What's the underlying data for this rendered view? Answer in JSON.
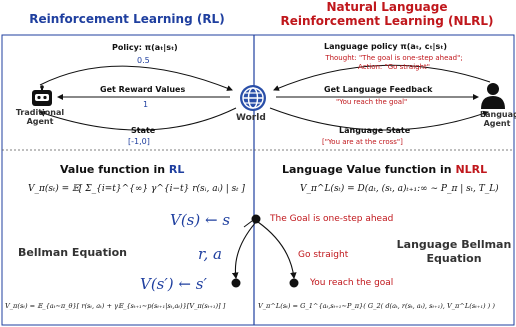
{
  "headers": {
    "rl": "Reinforcement Learning (RL)",
    "nlrl_line1": "Natural Language",
    "nlrl_line2": "Reinforcement Learning (NLRL)"
  },
  "left_top": {
    "policy_label": "Policy: π(aₜ|sₜ)",
    "policy_value": "0.5",
    "reward_label": "Get Reward Values",
    "reward_value": "1",
    "state_label": "State",
    "state_value": "[-1,0]",
    "agent_label": "Traditional Agent"
  },
  "world_label": "World",
  "right_top": {
    "policy_label": "Language policy π(aₜ, cₜ|sₜ)",
    "policy_thought": "Thought: \"The goal is one-step ahead\";",
    "policy_action": "Action: \"Go straight\"",
    "feedback_label": "Get Language Feedback",
    "feedback_value": "\"You reach the goal\"",
    "state_label": "Language State",
    "state_value": "[\"You are at the cross\"]",
    "agent_label": "Language Agent"
  },
  "left_bottom": {
    "value_title_prefix": "Value function in ",
    "value_title_hl": "RL",
    "value_formula": "V_π(sₜ) = 𝔼[ Σ_{i=t}^{∞} γ^{i−t} r(sᵢ, aᵢ) | sₜ ]",
    "bellman_title": "Bellman Equation",
    "v_s": "V(s) ← s",
    "ra": "r, a",
    "v_s_prime": "V(s′) ← s′",
    "bellman_formula": "V_π(sₜ) = 𝔼_{aₜ∼π_θ}[ r(sₜ, aₜ) + γ𝔼_{sₜ₊₁∼p(sₜ₊₁|sₜ,aₜ)}[V_π(sₜ₊₁)] ]"
  },
  "right_bottom": {
    "value_title_prefix": "Language Value function in ",
    "value_title_hl": "NLRL",
    "value_formula": "V_π^L(sₜ) = D(aₜ, (sₜ, a)ₜ₊₁:∞ ∼ P_π | sₜ, T_L)",
    "goal_text": "The Goal is one-step ahead",
    "go_text": "Go straight",
    "reach_text": "You reach the goal",
    "bellman_title_line1": "Language Bellman",
    "bellman_title_line2": "Equation",
    "bellman_formula": "V_π^L(sₜ) = G_1^{aₜ,sₜ₊₁∼P_π}( G_2( d(aₜ, r(sₜ, aₜ), sₜ₊₁), V_π^L(sₜ₊₁) ) )"
  },
  "colors": {
    "blue": "#1f3f9f",
    "red": "#c0171c",
    "world": "#2a4fa8"
  }
}
